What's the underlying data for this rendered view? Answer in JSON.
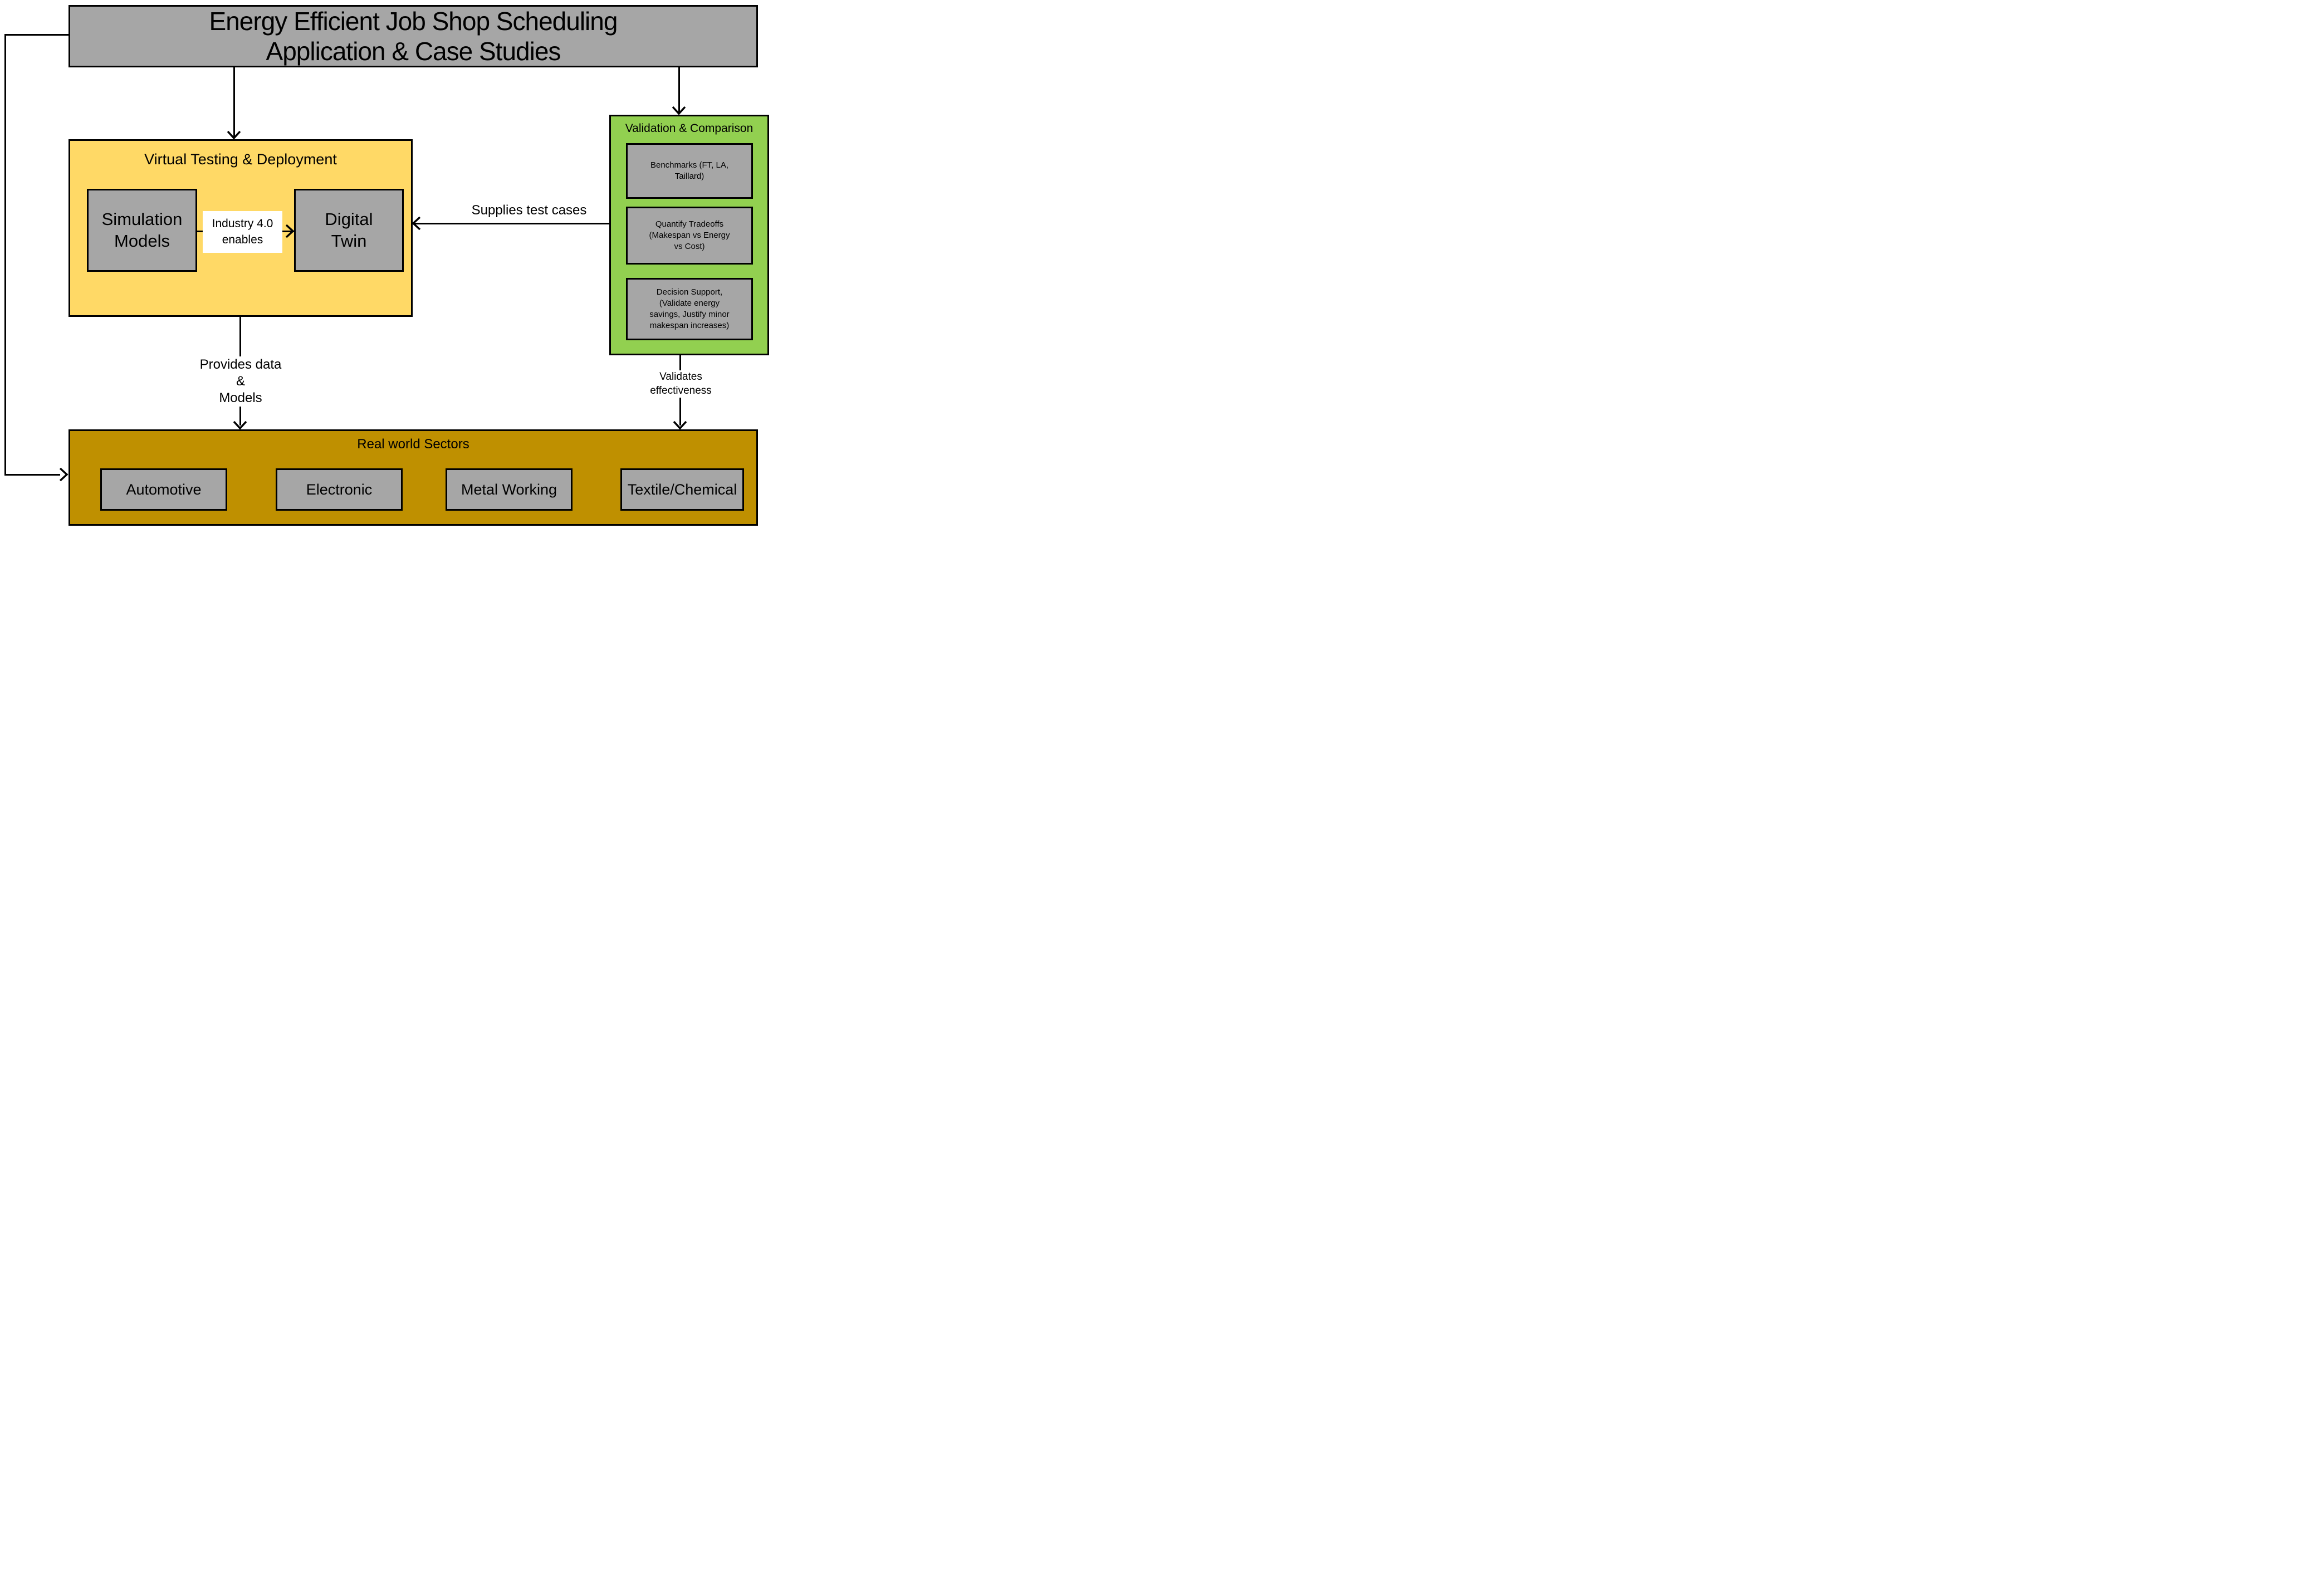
{
  "colors": {
    "box_gray": "#A6A6A6",
    "panel_yellow": "#FFD966",
    "panel_green": "#92D050",
    "panel_gold": "#BF9000",
    "connector_black": "#000000",
    "page_background": "#FFFFFF"
  },
  "title": "Energy Efficient Job Shop Scheduling\nApplication & Case Studies",
  "virtual_panel": {
    "header": "Virtual Testing & Deployment",
    "simulation_box": "Simulation\nModels",
    "industry_label": "Industry 4.0\nenables",
    "digital_box": "Digital\nTwin"
  },
  "validation_panel": {
    "header": "Validation & Comparison",
    "items": [
      {
        "label": "Benchmarks (FT, LA,\nTaillard)"
      },
      {
        "label": "Quantify Tradeoffs\n(Makespan vs Energy\nvs Cost)"
      },
      {
        "label": "Decision Support,\n(Validate energy\nsavings, Justify minor\nmakespan increases)"
      }
    ]
  },
  "sectors_panel": {
    "header": "Real world Sectors",
    "items": [
      {
        "label": "Automotive"
      },
      {
        "label": "Electronic"
      },
      {
        "label": "Metal Working"
      },
      {
        "label": "Textile/Chemical"
      }
    ]
  },
  "edge_labels": {
    "supplies": "Supplies test cases",
    "provides": "Provides data &\nModels",
    "validates": "Validates\neffectiveness"
  }
}
